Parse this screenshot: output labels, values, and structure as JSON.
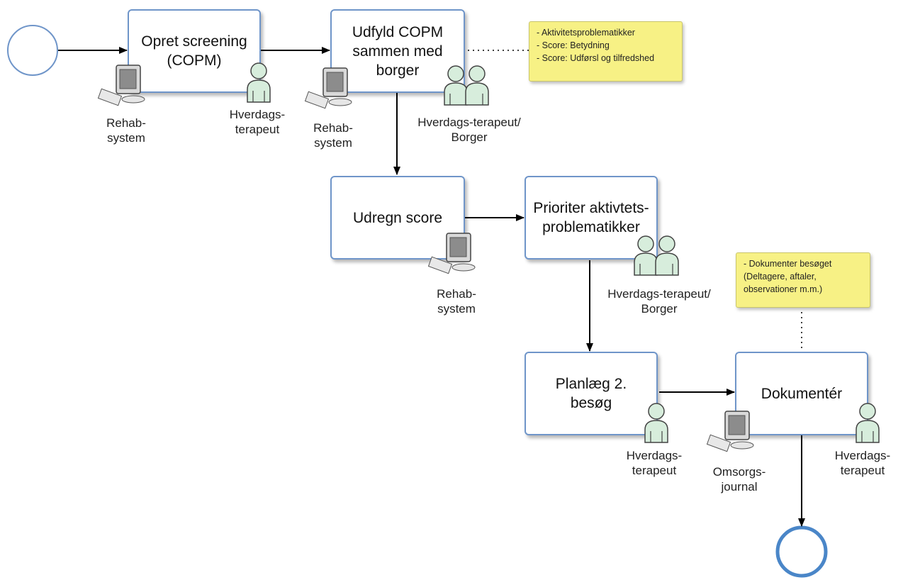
{
  "colors": {
    "task_border": "#6f95c9",
    "event_border": "#6f95c9",
    "end_event_border": "#4a86c8",
    "note_fill": "#f7f185",
    "person_fill": "#d7eddc",
    "arrow": "#000000"
  },
  "tasks": {
    "opret": "Opret screening\n(COPM)",
    "udfyld": "Udfyld COPM\nsammen med\nborger",
    "udregn": "Udregn score",
    "prioriter": "Prioriter aktivtets-\nproblematikker",
    "planlaeg": "Planlæg 2. besøg",
    "dokumenter": "Dokumentér"
  },
  "notes": {
    "copm": "- Aktivitetsproblematikker\n- Score: Betydning\n- Score: Udførsl og tilfredshed",
    "dok": "- Dokumenter besøget\n  (Deltagere, aftaler,\n  observationer m.m.)"
  },
  "labels": {
    "sys1": "Rehab-\nsystem",
    "ter1": "Hverdags-\nterapeut",
    "sys2": "Rehab-\nsystem",
    "grp1": "Hverdags-terapeut/\nBorger",
    "sys3": "Rehab-\nsystem",
    "grp2": "Hverdags-terapeut/\nBorger",
    "ter2": "Hverdags-\nterapeut",
    "sys4": "Omsorgs-\njournal",
    "ter3": "Hverdags-\nterapeut"
  },
  "icons": {
    "system": "computer-icon",
    "person": "person-icon",
    "group": "person-group-icon"
  }
}
